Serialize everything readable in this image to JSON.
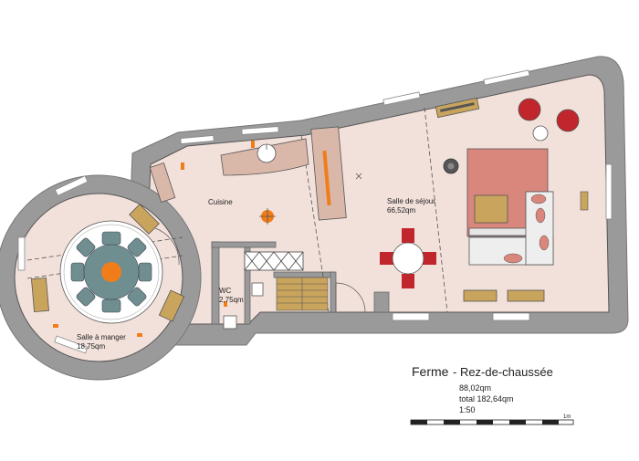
{
  "rooms": {
    "kitchen": {
      "name": "Cuisine"
    },
    "living": {
      "name": "Salle de séjour",
      "area": "66,52qm"
    },
    "wc": {
      "name": "WC",
      "area": "2,75qm"
    },
    "dining": {
      "name": "Salle à manger",
      "area": "18,75qm"
    }
  },
  "legend": {
    "title": "Ferme",
    "subtitle": "- Rez-de-chaussée",
    "area": "88,02qm",
    "total": "total 182,64qm",
    "scale": "1:50",
    "scalebar_unit": "1m"
  },
  "colors": {
    "wall": "#9a9a9a",
    "floor": "#f2e1db",
    "rug": "#d9867c",
    "chair_red": "#c0262b",
    "accent_orange": "#f07d1a",
    "table_grey": "#6f8e90",
    "wood": "#c9a45d"
  }
}
